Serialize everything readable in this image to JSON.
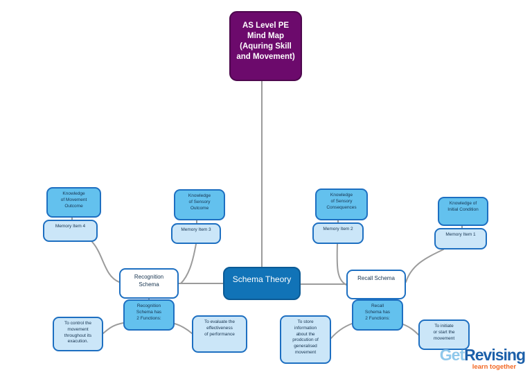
{
  "diagram": {
    "title_node": {
      "text": "AS Level PE\nMind Map\n(Aquring Skill\nand Movement)"
    },
    "central_node": {
      "text": "Schema Theory"
    },
    "branches": {
      "recognition_schema": {
        "text": "Recognition\nSchema"
      },
      "recall_schema": {
        "text": "Recall Schema"
      }
    },
    "memory_chain": {
      "knowledge_movement_outcome": {
        "text": "Knowledge\nof Movement\nOutcome"
      },
      "memory_item_4": {
        "text": "Memory Item 4"
      },
      "knowledge_sensory_outcome": {
        "text": "Knowledge\nof Sensory\nOutcome"
      },
      "memory_item_3": {
        "text": "Memory Item 3"
      },
      "knowledge_sensory_consequences": {
        "text": "Knowledge\nof Sensory\nConsequences"
      },
      "memory_item_2": {
        "text": "Memory Item 2"
      },
      "knowledge_initial_condition": {
        "text": "Knowledge of\nInitial Condition"
      },
      "memory_item_1": {
        "text": "Memory Item 1"
      }
    },
    "functions": {
      "recognition_functions": {
        "text": "Recognition\nSchema has\n2 Functions:"
      },
      "recall_functions": {
        "text": "Recall\nSchema has\n2 Functions:"
      },
      "to_control": {
        "text": "To control the\nmovement\nthroughout its\nexacution."
      },
      "to_evaluate": {
        "text": "To evaluate the\neffectiveness\nof performance"
      },
      "to_store": {
        "text": "To store\ninformation\nabout the\nprodcution of\ngeneralised\nmovement"
      },
      "to_initiate": {
        "text": "To initiate\nor start the\nmovement"
      }
    },
    "colors": {
      "root_purple": "#6c0a6c",
      "central_blue": "#1173b7",
      "node_sky_blue": "#63c1ee",
      "node_light_blue": "#cbe6f8",
      "node_border_blue": "#1d6fc1",
      "connector_gray": "#9b9b9b",
      "logo_get_blue": "#8fc8eb",
      "logo_revising_blue": "#1b5fa9",
      "logo_tagline_orange": "#f26722"
    },
    "logo": {
      "get": "Get",
      "revising": "Revising",
      "tagline": "learn together"
    }
  }
}
